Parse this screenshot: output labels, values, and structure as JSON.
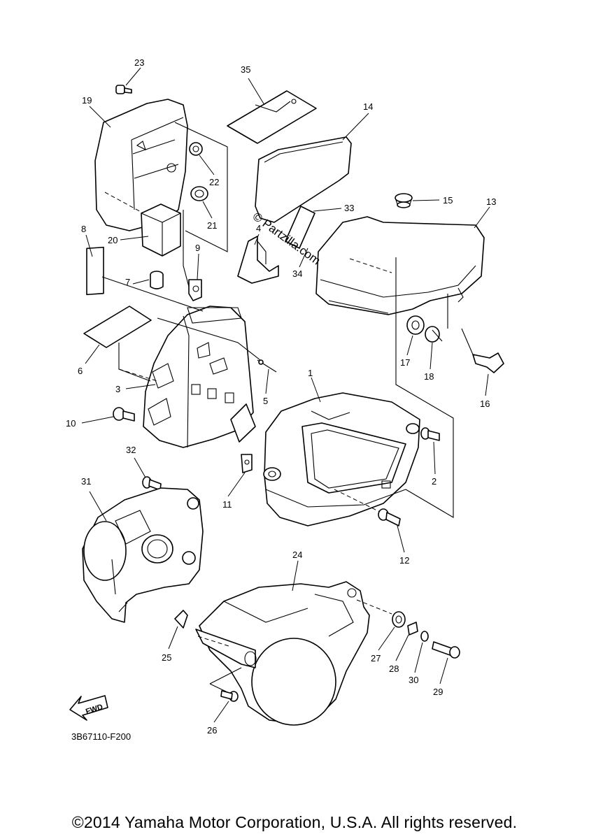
{
  "diagram": {
    "callouts": [
      "1",
      "2",
      "3",
      "4",
      "5",
      "6",
      "7",
      "8",
      "9",
      "10",
      "11",
      "12",
      "13",
      "14",
      "15",
      "16",
      "17",
      "18",
      "19",
      "20",
      "21",
      "22",
      "23",
      "24",
      "25",
      "26",
      "27",
      "28",
      "29",
      "30",
      "31",
      "32",
      "33",
      "34",
      "35"
    ],
    "watermark": "© Partzilla.com",
    "fwd_label": "FWD",
    "drawing_code": "3B67110-F200"
  },
  "footer": {
    "copyright": "©2014 Yamaha Motor Corporation, U.S.A. All rights reserved."
  }
}
